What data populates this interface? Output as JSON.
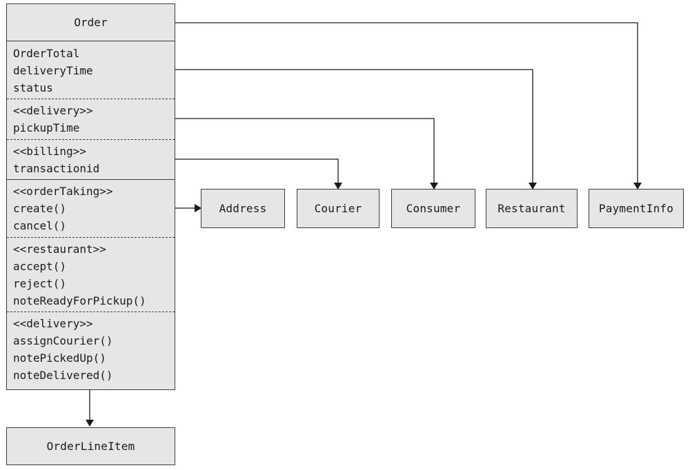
{
  "order": {
    "title": "Order",
    "attributes": [
      "OrderTotal",
      "deliveryTime",
      "status"
    ],
    "delivery_attrs": {
      "stereotype": "<<delivery>>",
      "items": [
        "pickupTime"
      ]
    },
    "billing_attrs": {
      "stereotype": "<<billing>>",
      "items": [
        "transactionid"
      ]
    },
    "order_taking_ops": {
      "stereotype": "<<orderTaking>>",
      "items": [
        "create()",
        "cancel()"
      ]
    },
    "restaurant_ops": {
      "stereotype": "<<restaurant>>",
      "items": [
        "accept()",
        "reject()",
        "noteReadyForPickup()"
      ]
    },
    "delivery_ops": {
      "stereotype": "<<delivery>>",
      "items": [
        "assignCourier()",
        "notePickedUp()",
        "noteDelivered()"
      ]
    }
  },
  "related_classes": {
    "address": "Address",
    "courier": "Courier",
    "consumer": "Consumer",
    "restaurant": "Restaurant",
    "payment_info": "PaymentInfo",
    "order_line_item": "OrderLineItem"
  },
  "colors": {
    "box_fill": "#e6e6e6",
    "stroke": "#3c3c3c",
    "text": "#1a1a1a",
    "background": "#ffffff"
  }
}
